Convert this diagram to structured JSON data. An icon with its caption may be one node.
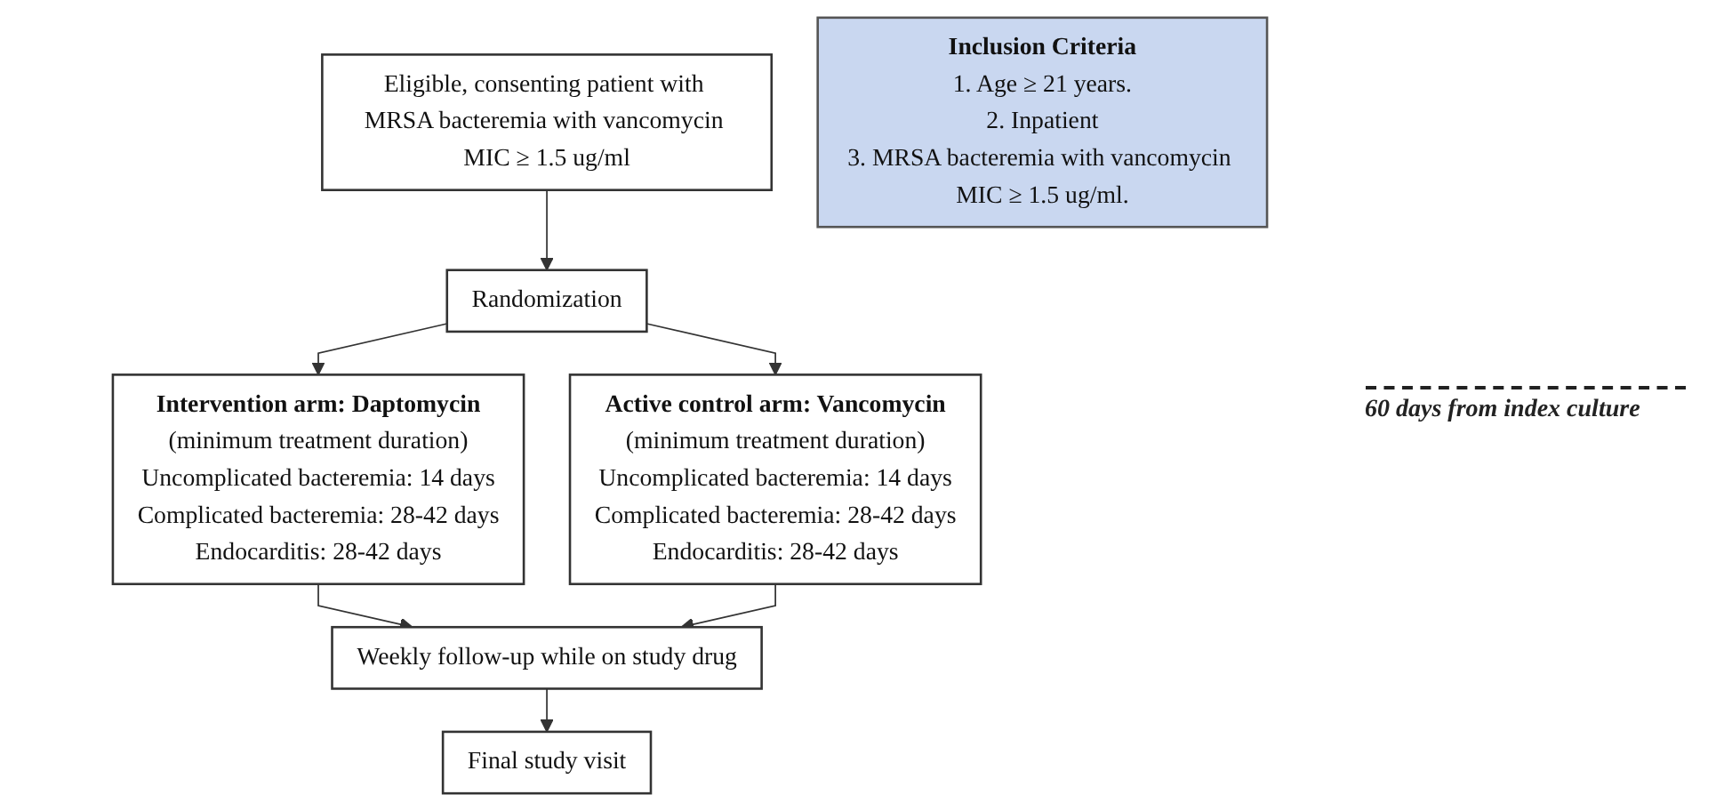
{
  "diagram": {
    "nodes": [
      {
        "text": [
          "Eligible, consenting patient with MRSA bacteremia with vancomycin MIC ≥ 1.5 ug/ml"
        ]
      },
      {
        "text": [
          "Randomization"
        ]
      },
      {
        "text": [
          "Intervention arm: Daptomycin",
          "(minimum treatment duration)",
          "Uncomplicated bacteremia: 14 days",
          "Complicated bacteremia: 28-42 days",
          "Endocarditis: 28-42 days"
        ]
      },
      {
        "text": [
          "Active control arm: Vancomycin",
          "(minimum treatment duration)",
          "Uncomplicated bacteremia: 14 days",
          "Complicated bacteremia: 28-42 days",
          "Endocarditis: 28-42 days"
        ]
      },
      {
        "text": [
          "Weekly follow-up while on study drug"
        ]
      },
      {
        "text": [
          "Final study visit"
        ]
      },
      {
        "text": [
          "Inclusion Criteria",
          "1. Age ≥ 21 years.",
          "2. Inpatient",
          "3. MRSA bacteremia with vancomycin MIC ≥ 1.5 ug/ml."
        ]
      }
    ],
    "edges": [
      {
        "from": 0,
        "to": 1,
        "arrow": "to"
      },
      {
        "from": 1,
        "to": 2,
        "arrow": "to"
      },
      {
        "from": 1,
        "to": 3,
        "arrow": "to"
      },
      {
        "from": 2,
        "to": 4,
        "arrow": "to"
      },
      {
        "from": 3,
        "to": 4,
        "arrow": "to"
      },
      {
        "from": 4,
        "to": 5,
        "arrow": "to"
      }
    ],
    "labels": [
      "60 days from index culture"
    ]
  }
}
